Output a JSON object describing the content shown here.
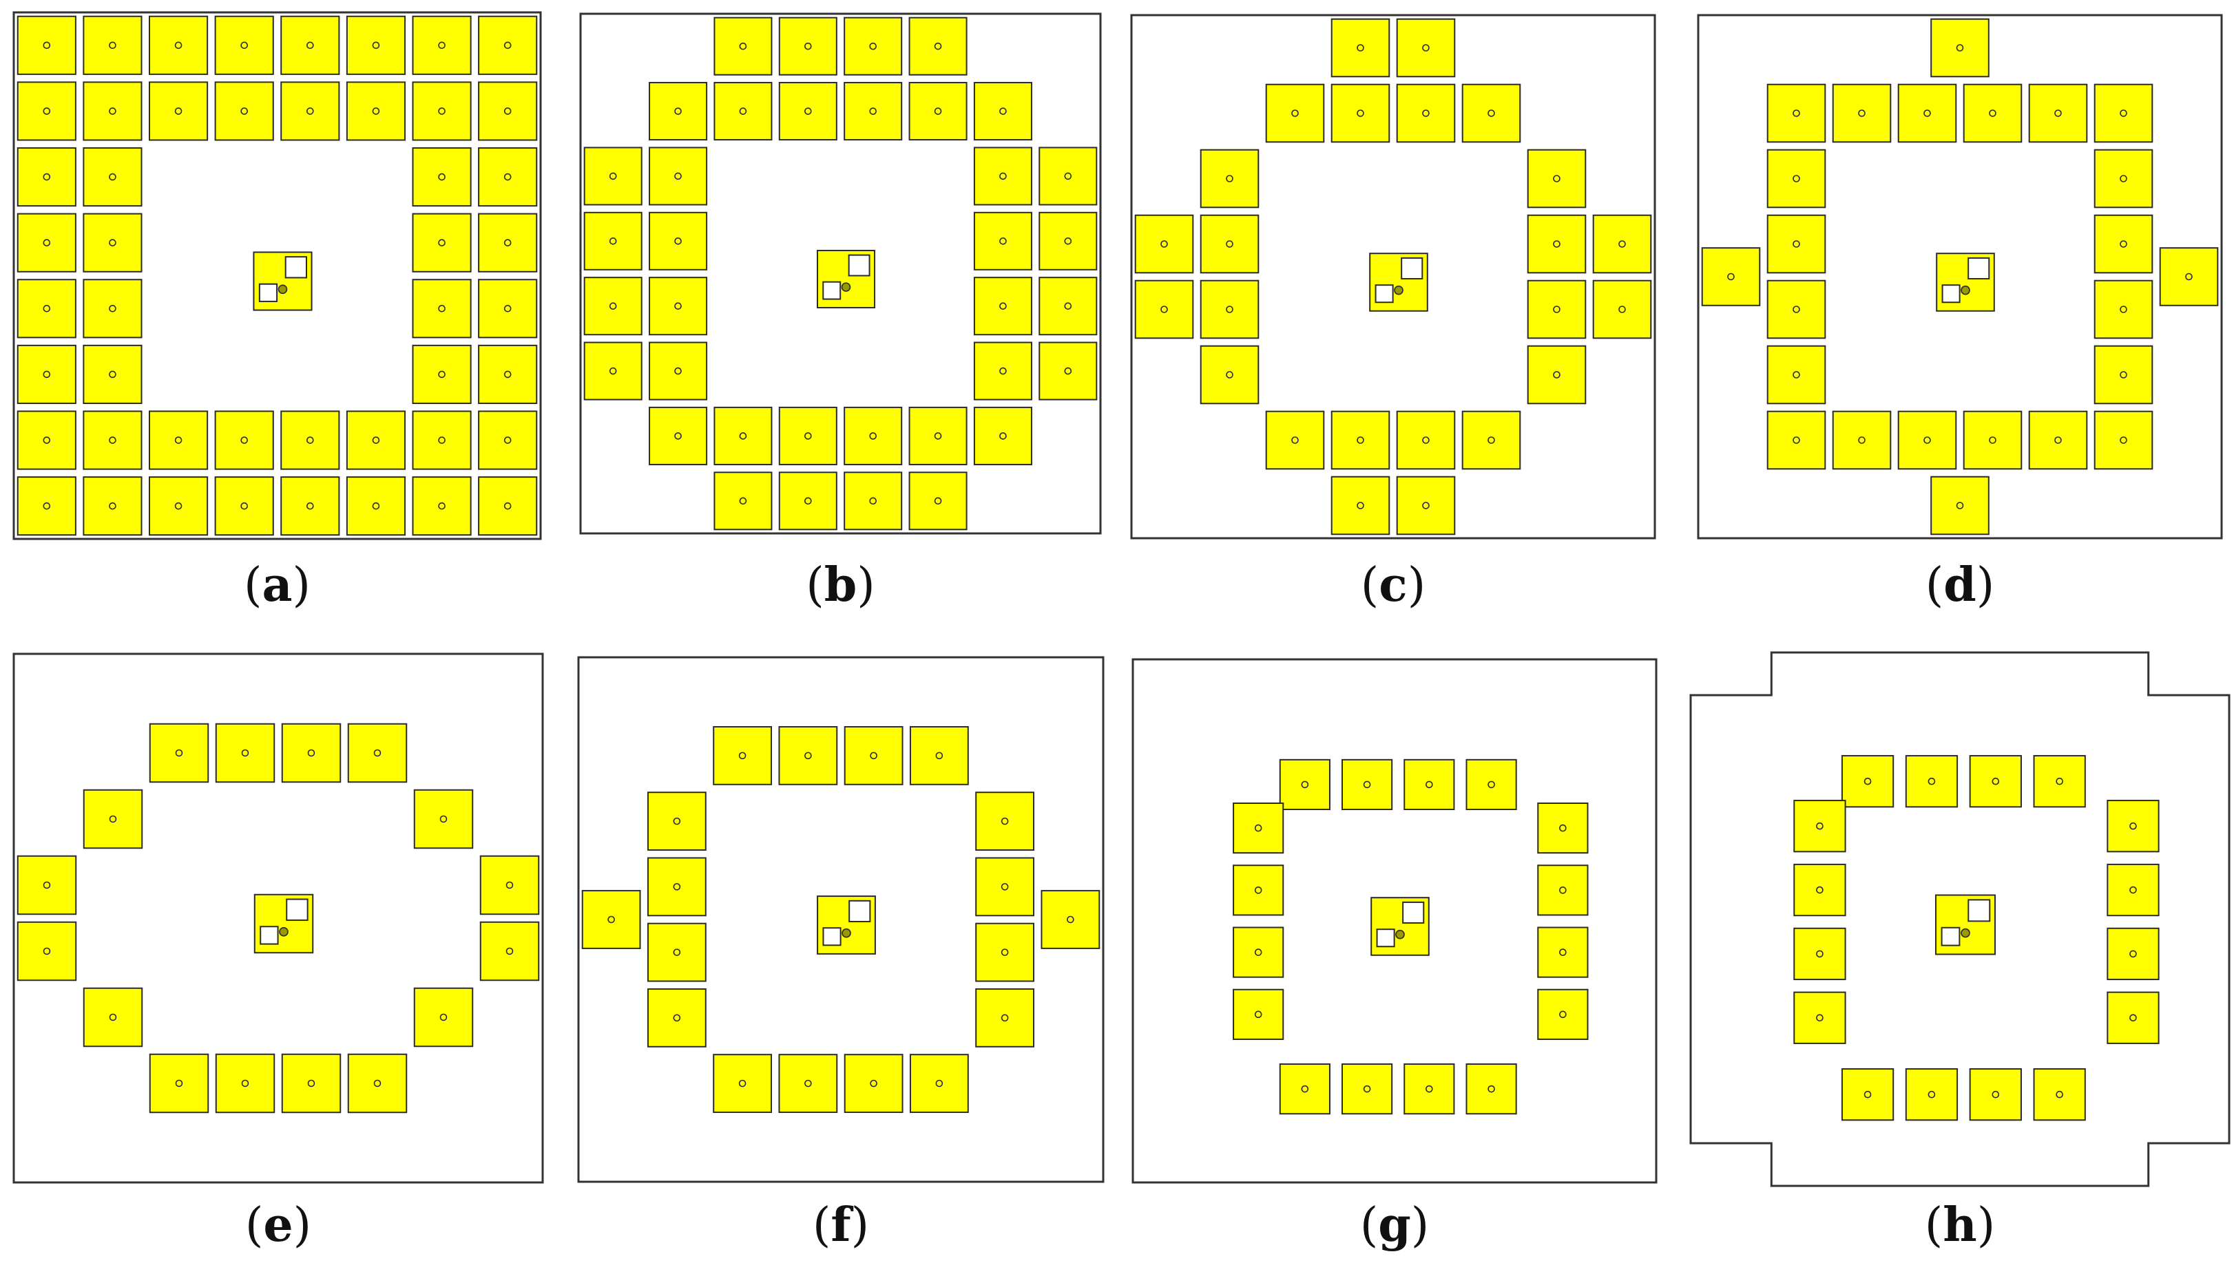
{
  "colors": {
    "patch_fill": "#ffff00",
    "patch_stroke": "#2b2b2b",
    "board_stroke": "#333333",
    "background": "#ffffff"
  },
  "panels": [
    {
      "id": "a",
      "label": "a",
      "variant": "full-grid"
    },
    {
      "id": "b",
      "label": "b",
      "variant": "octagon-dense"
    },
    {
      "id": "c",
      "label": "c",
      "variant": "octagon-mid"
    },
    {
      "id": "d",
      "label": "d",
      "variant": "cross-ring"
    },
    {
      "id": "e",
      "label": "e",
      "variant": "ring-sparse"
    },
    {
      "id": "f",
      "label": "f",
      "variant": "ring-sides"
    },
    {
      "id": "g",
      "label": "g",
      "variant": "square-ring-small"
    },
    {
      "id": "h",
      "label": "h",
      "variant": "cross-board-ring"
    }
  ]
}
